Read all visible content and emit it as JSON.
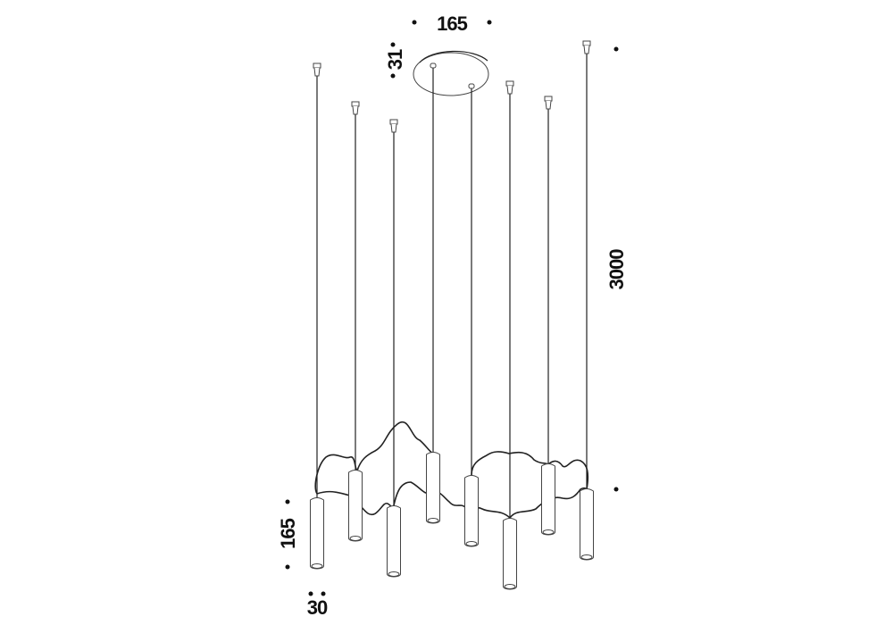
{
  "diagram": {
    "dimensions": {
      "canopy_diameter": "165",
      "canopy_height": "31",
      "cable_length": "3000",
      "pendant_height": "165",
      "pendant_diameter": "30"
    },
    "pendant_count": 8
  }
}
